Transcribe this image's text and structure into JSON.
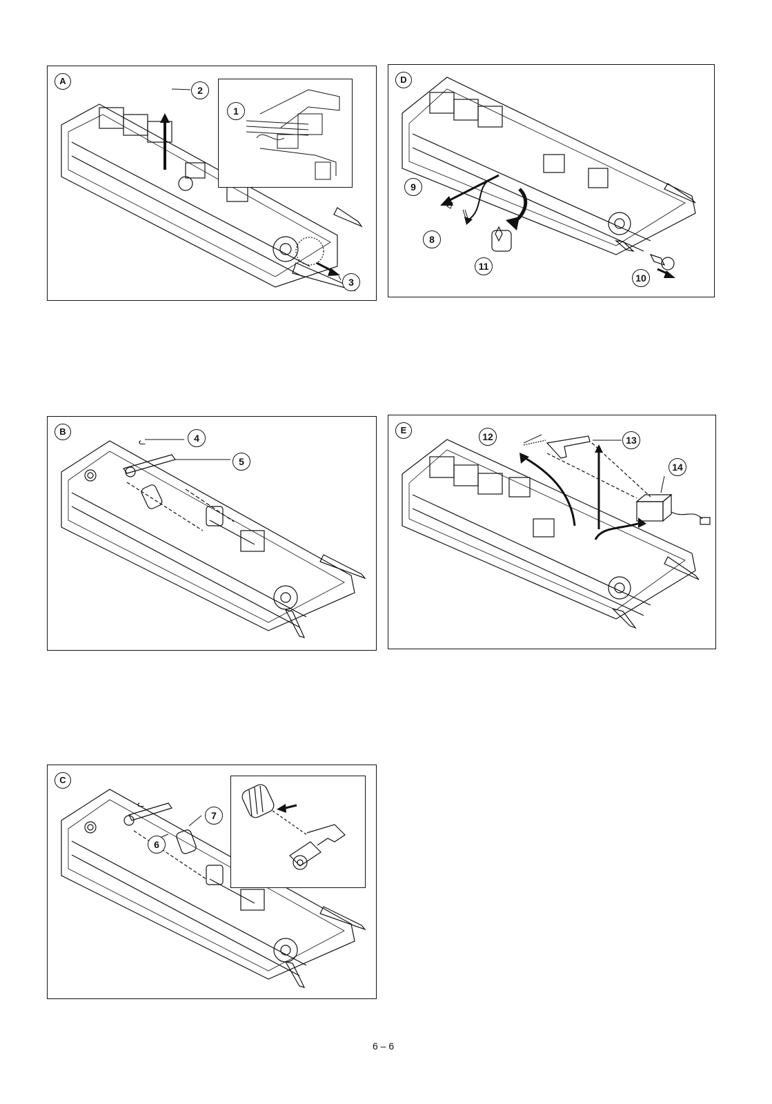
{
  "panels": [
    {
      "label": "A",
      "callouts": [
        "1",
        "2",
        "3"
      ]
    },
    {
      "label": "D",
      "callouts": [
        "8",
        "9",
        "10",
        "11"
      ]
    },
    {
      "label": "B",
      "callouts": [
        "4",
        "5"
      ]
    },
    {
      "label": "E",
      "callouts": [
        "12",
        "13",
        "14"
      ]
    },
    {
      "label": "C",
      "callouts": [
        "6",
        "7"
      ]
    }
  ],
  "page_number": "6 – 6"
}
